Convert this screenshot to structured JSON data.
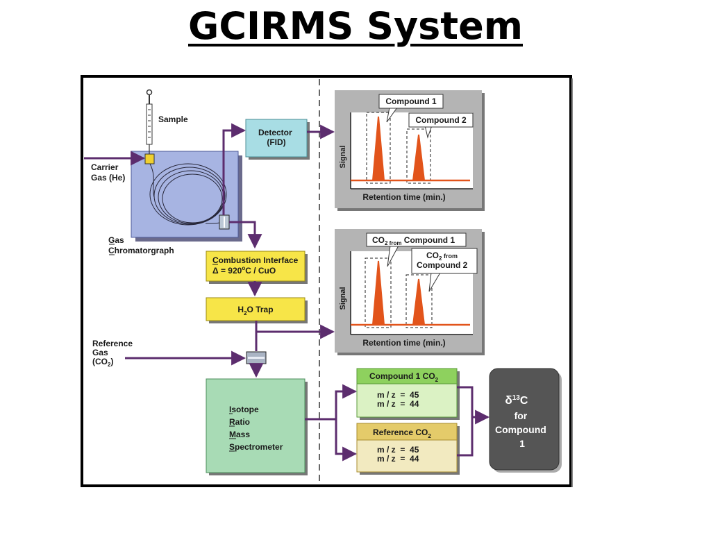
{
  "title": "GCIRMS System",
  "labels": {
    "sample": "Sample",
    "carrier_gas": [
      "Carrier",
      "Gas (He)"
    ],
    "gas_chromatograph": [
      "Gas",
      "Chromatorgraph"
    ],
    "detector": [
      "Detector",
      "(FID)"
    ],
    "combustion": [
      "Combustion Interface",
      "Δ = 920",
      "o",
      "C / CuO"
    ],
    "h2o_trap": [
      "H",
      "2",
      "O Trap"
    ],
    "reference_gas": [
      "Reference",
      "Gas",
      "(CO",
      "2",
      ")"
    ],
    "irms": [
      "Isotope",
      "Ratio",
      "Mass",
      "Spectrometer"
    ],
    "compound1_co2": [
      "Compound 1 CO",
      "2"
    ],
    "reference_co2": [
      "Reference CO",
      "2"
    ],
    "mz45": "m / z  =  45",
    "mz44": "m / z  =  44",
    "result": [
      "δ",
      "13",
      "C",
      "for",
      "Compound",
      "1"
    ]
  },
  "chart_top": {
    "ylabel": "Signal",
    "xlabel": "Retention time (min.)",
    "callout1": "Compound 1",
    "callout2": "Compound 2"
  },
  "chart_bottom": {
    "ylabel": "Signal",
    "xlabel": "Retention time (min.)",
    "callout1": [
      "CO",
      "2 from",
      " Compound 1"
    ],
    "callout2": [
      "CO",
      "2",
      " from",
      "Compound 2"
    ]
  },
  "colors": {
    "arrow": "#5c2d6e",
    "gc_box": "#a7b4e2",
    "detector_box": "#a8dde4",
    "yellow_box": "#f7e548",
    "irms_box": "#a8dbb5",
    "green_header": "#8ed15e",
    "green_body": "#dbf2c4",
    "tan_header": "#e4cb6a",
    "tan_body": "#f2eac0",
    "chart_bg": "#b4b4b4",
    "peak": "#e2541b",
    "result_box": "#555555"
  },
  "chart_data": [
    {
      "type": "line",
      "title": "",
      "xlabel": "Retention time (min.)",
      "ylabel": "Signal",
      "series": [
        {
          "name": "",
          "values": []
        }
      ],
      "annotations": [
        "Compound 1",
        "Compound 2"
      ]
    },
    {
      "type": "line",
      "title": "",
      "xlabel": "Retention time (min.)",
      "ylabel": "Signal",
      "series": [
        {
          "name": "",
          "values": []
        }
      ],
      "annotations": [
        "CO2 from Compound 1",
        "CO2 from Compound 2"
      ]
    }
  ]
}
